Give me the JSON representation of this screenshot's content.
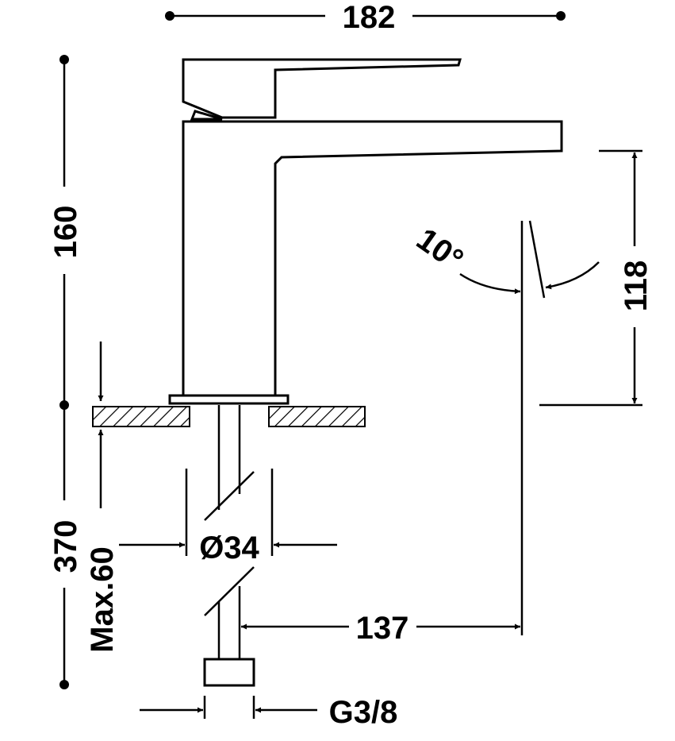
{
  "dimensions": {
    "width_total": "182",
    "height_body": "160",
    "height_total": "370",
    "max_thickness": "Max.60",
    "diameter": "Ø34",
    "reach": "137",
    "spout_height": "118",
    "angle": "10°",
    "thread": "G3/8"
  },
  "colors": {
    "ink": "#000000",
    "background": "#ffffff"
  }
}
